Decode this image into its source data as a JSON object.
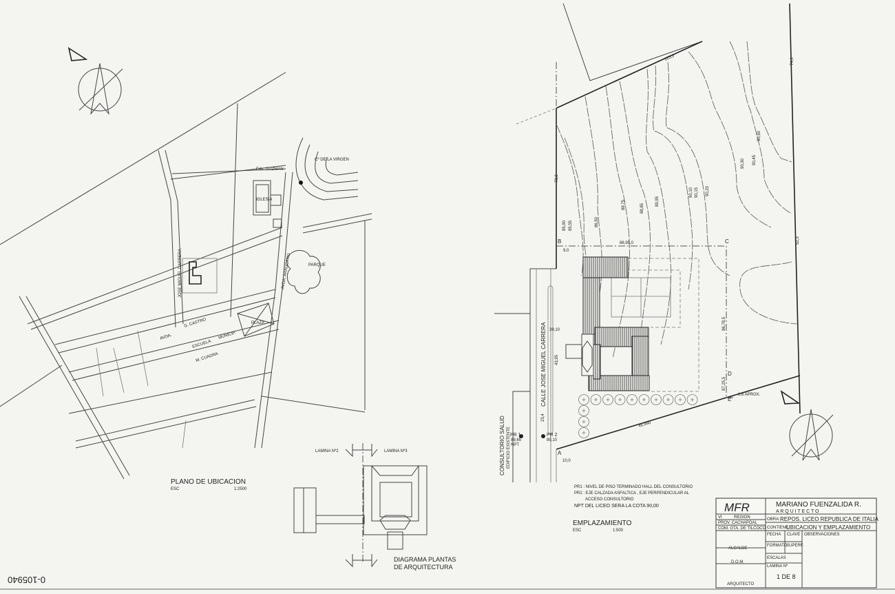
{
  "location_plan": {
    "title": "PLANO DE UBICACION",
    "scale_label": "ESC",
    "scale": "1:2500",
    "labels": {
      "virgen": "Cº DE LA VIRGEN",
      "guzman": "Fdo. GUZMAN",
      "iglesia": "IGLESIA",
      "parque": "PARQUE",
      "carrera": "JOSE MIGUEL CARRERA",
      "araucano": "AVDA. ARAUCANO",
      "plaza": "PLAZA",
      "castro": "G. CASTRO",
      "escuela": "ESCUELA",
      "municip": "MUNICIP.",
      "cuadra": "M. CUADRA",
      "avda": "AVDA."
    }
  },
  "diagram": {
    "title_line1": "DIAGRAMA PLANTAS",
    "title_line2": "DE ARQUITECTURA",
    "section_a": "LAMINA Nº2",
    "section_b": "LAMINA Nº3"
  },
  "site_plan": {
    "title": "EMPLAZAMIENTO",
    "scale_label": "ESC",
    "scale": "1:500",
    "street": "CALLE JOSE MIGUEL CARRERA",
    "consultorio": "CONSULTORIO SALUD",
    "consultorio_sub": "EDIFICIO EXISTENTE",
    "points": {
      "a": "A",
      "b": "B",
      "c": "C",
      "d": "D",
      "e": "E"
    },
    "pr1": "PR 1",
    "pr1_val": "89,65",
    "pr1_npt": "NPT",
    "pr2": "PR 2",
    "pr2_val": "89,10",
    "dims": {
      "top": "125,5",
      "right_top": "74,0",
      "left": "73,0",
      "bc": "86,95,0",
      "bf": "9,0",
      "cd": "86,78,5",
      "de": "87,25,5",
      "bottom": "46,990",
      "right_low": "52,3",
      "street_w": "39,10",
      "street_len": "43,95",
      "lower": "23,4",
      "a_dim": "10,0",
      "aprox": "1,6 APROX."
    },
    "contours": [
      "85,90",
      "85,55",
      "86,50",
      "88,75",
      "88,85",
      "89,95",
      "90,10",
      "90,15",
      "90,20",
      "90,30",
      "90,45",
      "90,50"
    ],
    "notes": [
      "PR1 : NIVEL DE PISO TERMINADO HALL DEL CONSULTORIO",
      "PR2 : EJE CALZADA ASFALTICA , EJE PERPENDICULAR AL",
      "ACCESO CONSULTORIO",
      "NPT DEL LICEO SERA LA COTA 90,00"
    ]
  },
  "title_block": {
    "logo": "MFR",
    "architect": "MARIANO FUENZALIDA R.",
    "profession": "A R Q U I T E C T O",
    "region_label": "VI",
    "region": "REGION",
    "prov": "PROV. CACHAPOAL",
    "comuna": "COM. GTA. DE TILCOCO",
    "obra_label": "OBRA:",
    "obra": "REPOS. LICEO REPUBLICA DE ITALIA",
    "contiene_label": "CONTIENE",
    "contiene": "UBICACION Y EMPLAZAMIENTO",
    "fecha": "FECHA",
    "clave": "CLAVE",
    "observaciones": "OBSERVACIONES",
    "formato": "FORMATO",
    "superf": "SUPERF.",
    "escalas": "ESCALAS",
    "lamina_label": "LAMINA Nº",
    "lamina": "1 DE 8",
    "alcalde": "ALCALDE",
    "dom": "D.O.M.",
    "arquitecto": "ARQUITECTO"
  },
  "stamp": "0-105940"
}
